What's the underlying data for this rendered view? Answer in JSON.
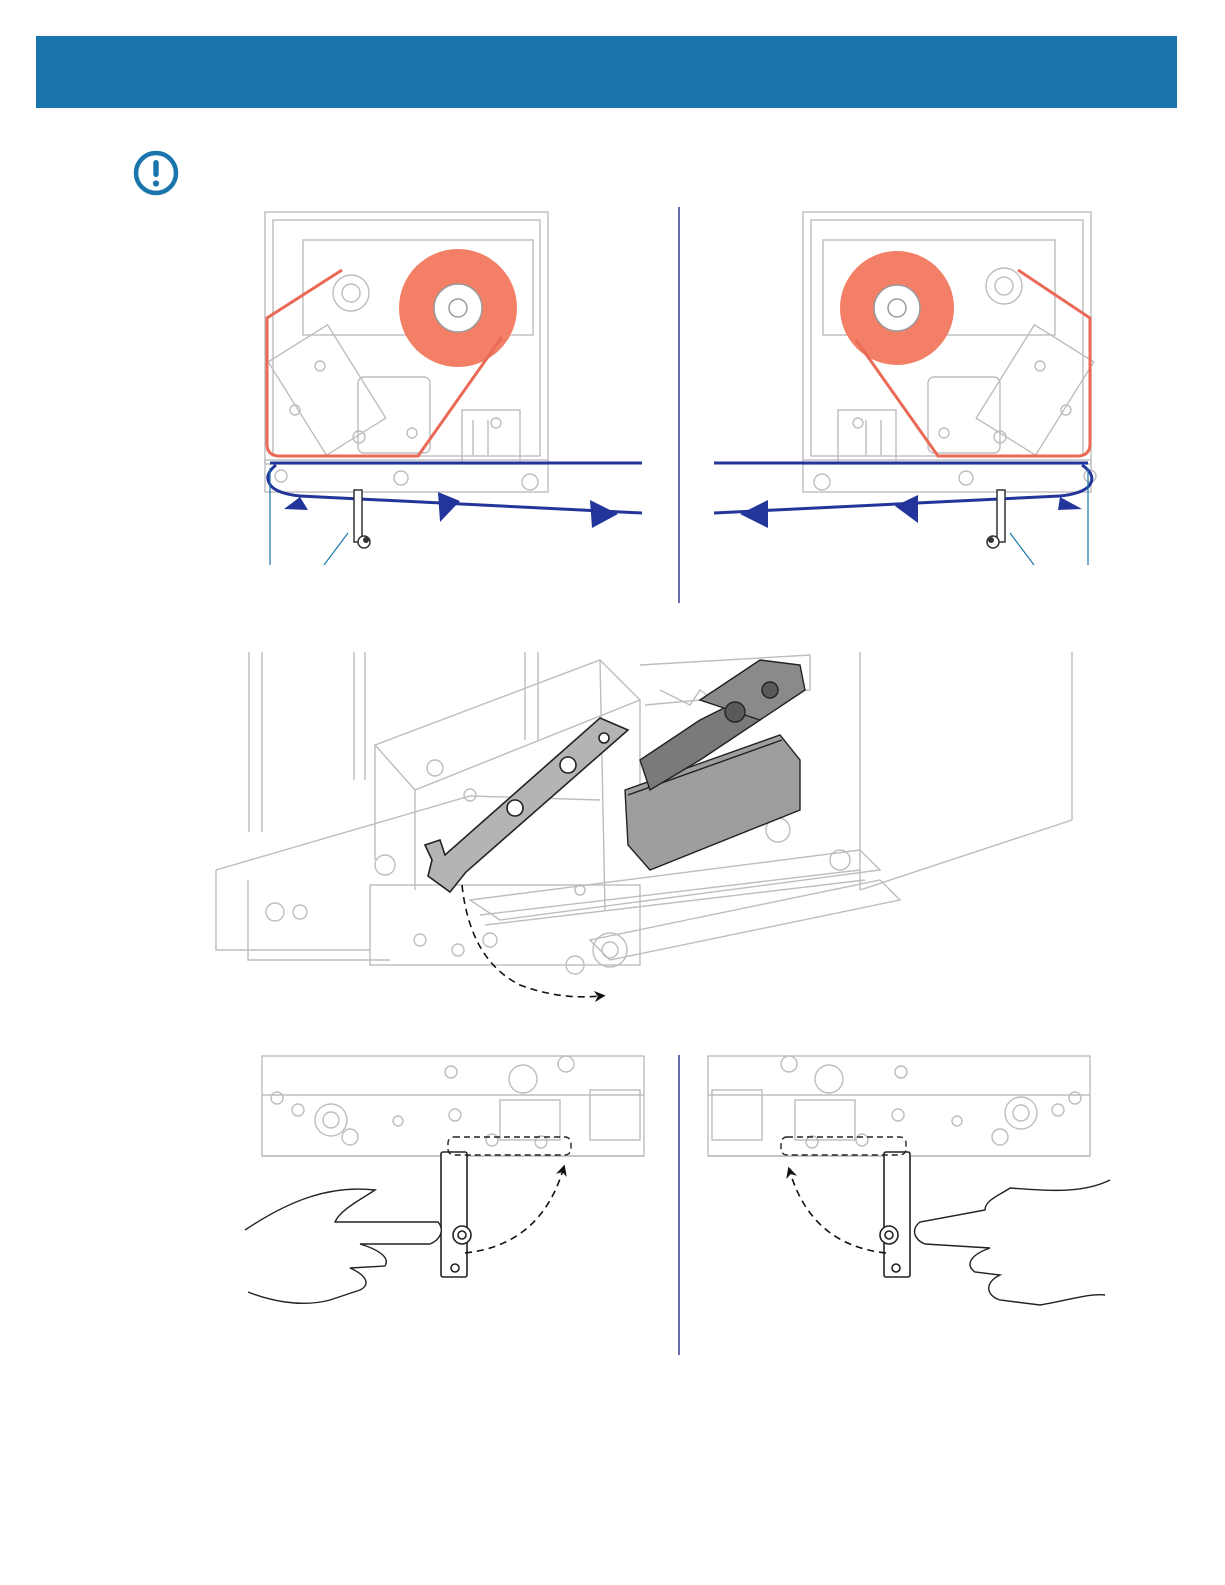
{
  "header": {
    "color": "#1a75ad"
  },
  "notice": {
    "icon": "exclamation-circle-icon",
    "color": "#1a75ad",
    "text": ""
  },
  "colors": {
    "ribbon": "#f27f66",
    "ribbon_line": "#ea6a55",
    "media_path": "#23359a",
    "divider": "#26308a",
    "callout": "#1a75ad",
    "line_art": "#bdbdbd",
    "dark_part": "#555555"
  },
  "panels": [
    {
      "name": "ribbon-path-right-hand",
      "orientation": "right-hand"
    },
    {
      "name": "ribbon-path-left-hand",
      "orientation": "left-hand"
    },
    {
      "name": "printhead-open-lever",
      "orientation": "isometric"
    },
    {
      "name": "media-guide-close-right-hand",
      "orientation": "right-hand"
    },
    {
      "name": "media-guide-close-left-hand",
      "orientation": "left-hand"
    }
  ]
}
